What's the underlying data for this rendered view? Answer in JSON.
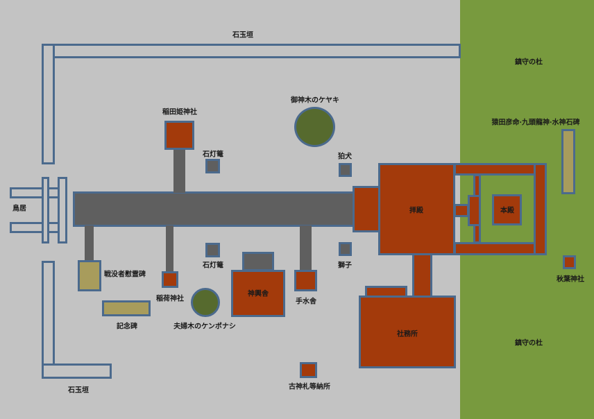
{
  "labels": {
    "stone_fence_top": "石玉垣",
    "forest_top": "鎮守の杜",
    "stone_monuments": "猿田彦命·九頭龍神·水神石碑",
    "sacred_tree": "御神木のケヤキ",
    "inada_shrine": "稲田姫神社",
    "lantern_top": "石灯篭",
    "komainu": "狛犬",
    "torii": "鳥居",
    "haiden": "拝殿",
    "honden": "本殿",
    "akiba_shrine": "秋葉神社",
    "war_memorial": "戦没者慰霊碑",
    "lantern_bottom": "石灯篭",
    "shishi": "獅子",
    "inari_shrine": "稲荷神社",
    "mikoshi_house": "神輿舎",
    "temizuya": "手水舎",
    "monument": "記念碑",
    "couple_tree": "夫婦木のケンポナシ",
    "shrine_office": "社務所",
    "forest_bottom": "鎮守の杜",
    "old_talisman_box": "古神札等納所",
    "stone_fence_bottom": "石玉垣"
  }
}
